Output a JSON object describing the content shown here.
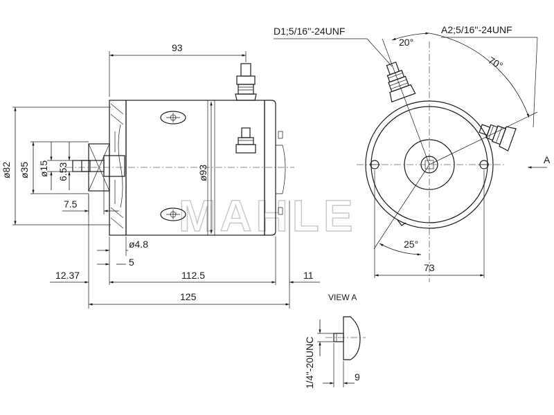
{
  "watermark": "MAHLE",
  "dimensions": {
    "d93_top": "93",
    "d82": "ø82",
    "d35": "ø35",
    "d15": "ø15",
    "d653": "6.53",
    "d75": "7.5",
    "d48": "ø4.8",
    "d5": "5",
    "d1237": "12.37",
    "d1125": "112.5",
    "d11": "11",
    "d125": "125",
    "d93_body": "ø93",
    "d73": "73",
    "d9": "9"
  },
  "angles": {
    "a20": "20°",
    "a70": "70°",
    "a25": "25°"
  },
  "callouts": {
    "d1": "D1;5/16''-24UNF",
    "a2": "A2;5/16''-24UNF",
    "view_marker": "A",
    "view_title": "VIEW A",
    "thread_view": "1/4''-20UNC"
  }
}
